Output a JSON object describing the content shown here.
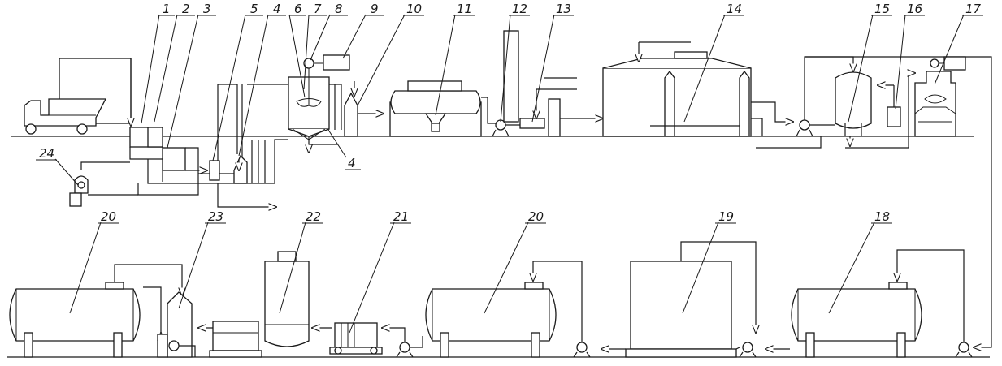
{
  "labels": {
    "l1": "1",
    "l2": "2",
    "l3": "3",
    "l4a": "4",
    "l4b": "4",
    "l5": "5",
    "l6": "6",
    "l7": "7",
    "l8": "8",
    "l9": "9",
    "l10": "10",
    "l11": "11",
    "l12": "12",
    "l13": "13",
    "l14": "14",
    "l15": "15",
    "l16": "16",
    "l17": "17",
    "l18": "18",
    "l19": "19",
    "l20a": "20",
    "l20b": "20",
    "l21": "21",
    "l22": "22",
    "l23": "23",
    "l24": "24"
  }
}
